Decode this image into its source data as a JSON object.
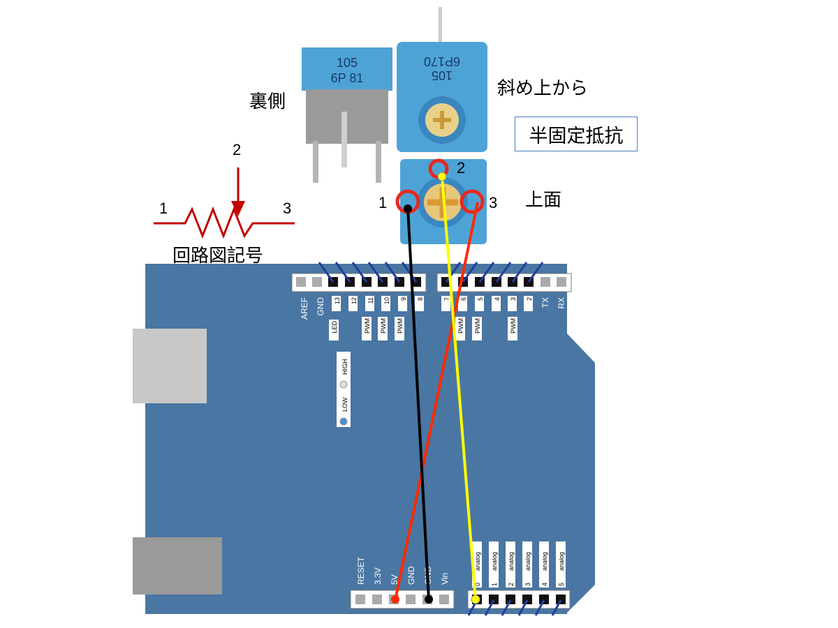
{
  "photos": {
    "back_caption": "裏側",
    "back_markings": [
      "105",
      "6P 81"
    ],
    "angle_caption": "斜め上から",
    "angle_markings": [
      "6P170",
      "105"
    ],
    "top_caption": "上面",
    "title": "半固定抵抗"
  },
  "schematic": {
    "caption": "回路図記号",
    "pin1": "1",
    "pin2": "2",
    "pin3": "3"
  },
  "pot_pins": {
    "pin1": "1",
    "pin2": "2",
    "pin3": "3"
  },
  "board": {
    "digital_left_labels": [
      "AREF",
      "GND",
      "13",
      "12",
      "11",
      "10",
      "9",
      "8"
    ],
    "digital_right_labels": [
      "7",
      "6",
      "5",
      "4",
      "3",
      "2",
      "TX",
      "RX"
    ],
    "sub_labels": {
      "led": "LED",
      "pwm": "PWM"
    },
    "led_switch": {
      "high": "HIGH",
      "low": "LOW"
    },
    "power_labels": [
      "RESET",
      "3.3V",
      "5V",
      "GND",
      "GND",
      "Vin"
    ],
    "analog_numbers": [
      "0",
      "1",
      "2",
      "3",
      "4",
      "5"
    ],
    "analog_word": "analog"
  },
  "wires": [
    {
      "name": "black-wire",
      "from": "pot pin 1",
      "to": "GND",
      "color": "#000000"
    },
    {
      "name": "yellow-wire",
      "from": "pot pin 2",
      "to": "analog 0",
      "color": "#ffff00"
    },
    {
      "name": "red-wire",
      "from": "pot pin 3",
      "to": "5V",
      "color": "#ff2a00"
    }
  ],
  "colors": {
    "board": "#4a76a3",
    "schematic": "#c00000",
    "pin_ring": "#e8281e",
    "pot_body": "#4ea3d6"
  }
}
